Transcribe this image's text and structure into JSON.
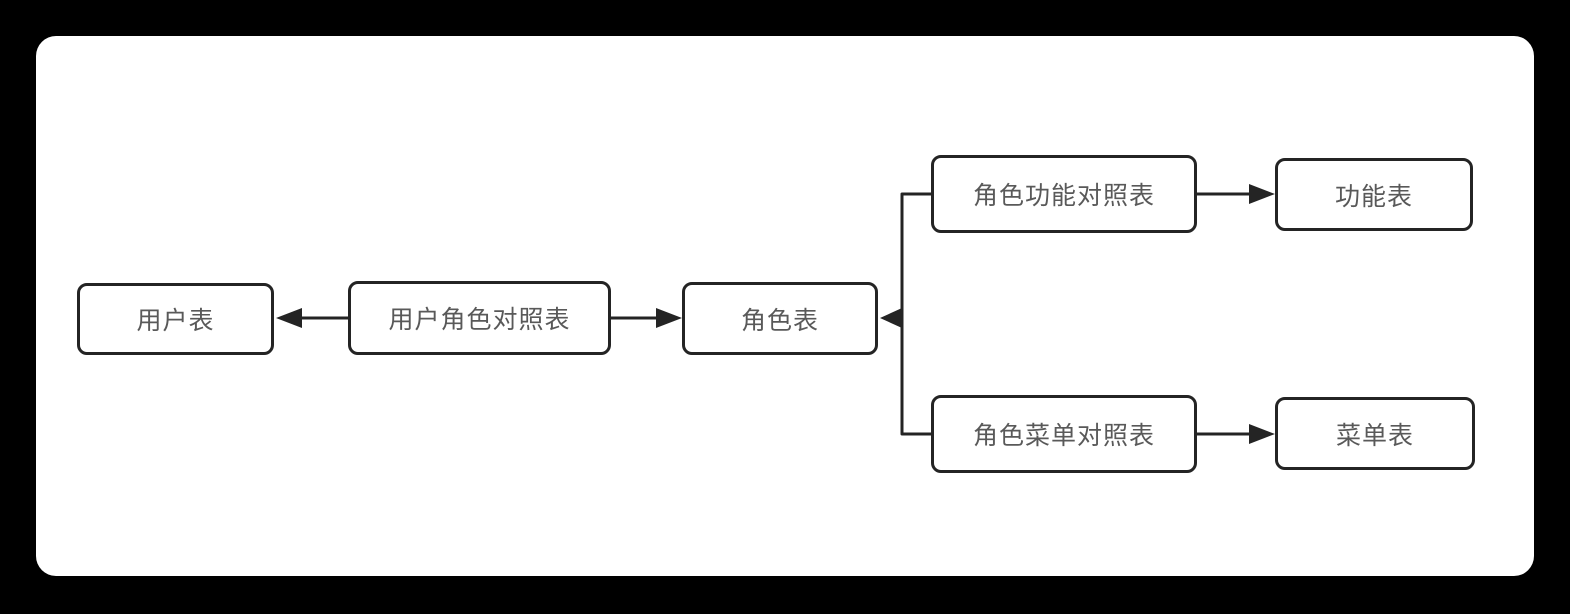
{
  "page": {
    "background": "#000000",
    "canvas_background": "#ffffff"
  },
  "diagram": {
    "type": "flowchart",
    "stroke_color": "#242424",
    "text_color": "#595959",
    "nodes": [
      {
        "id": "user-table",
        "label": "用户表"
      },
      {
        "id": "user-role-map-table",
        "label": "用户角色对照表"
      },
      {
        "id": "role-table",
        "label": "角色表"
      },
      {
        "id": "role-function-map-table",
        "label": "角色功能对照表"
      },
      {
        "id": "function-table",
        "label": "功能表"
      },
      {
        "id": "role-menu-map-table",
        "label": "角色菜单对照表"
      },
      {
        "id": "menu-table",
        "label": "菜单表"
      }
    ],
    "edges": [
      {
        "from": "user-role-map-table",
        "to": "user-table",
        "style": "straight-arrow"
      },
      {
        "from": "user-role-map-table",
        "to": "role-table",
        "style": "straight-arrow"
      },
      {
        "from": "role-function-map-table",
        "to": "role-table",
        "style": "elbow-arrow"
      },
      {
        "from": "role-menu-map-table",
        "to": "role-table",
        "style": "elbow-arrow"
      },
      {
        "from": "role-function-map-table",
        "to": "function-table",
        "style": "straight-arrow"
      },
      {
        "from": "role-menu-map-table",
        "to": "menu-table",
        "style": "straight-arrow"
      }
    ]
  }
}
